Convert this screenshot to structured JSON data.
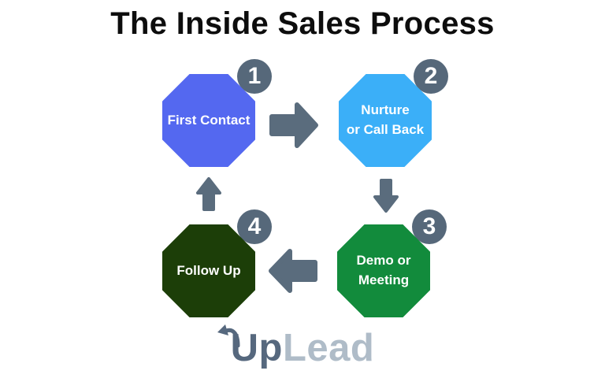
{
  "title": "The Inside Sales Process",
  "steps": [
    {
      "number": "1",
      "label": "First Contact",
      "lines": [
        "First Contact",
        ""
      ],
      "color": "#5468F0"
    },
    {
      "number": "2",
      "label": "Nurture or Call Back",
      "lines": [
        "Nurture",
        "or Call Back"
      ],
      "color": "#3BAFF8"
    },
    {
      "number": "3",
      "label": "Demo or Meeting",
      "lines": [
        "Demo or",
        "Meeting"
      ],
      "color": "#128B3C"
    },
    {
      "number": "4",
      "label": "Follow Up",
      "lines": [
        "Follow Up",
        ""
      ],
      "color": "#1C3E08"
    }
  ],
  "arrows": [
    {
      "direction": "right",
      "from": "1",
      "to": "2"
    },
    {
      "direction": "down",
      "from": "2",
      "to": "3"
    },
    {
      "direction": "left",
      "from": "3",
      "to": "4"
    },
    {
      "direction": "up",
      "from": "4",
      "to": "1"
    }
  ],
  "colors": {
    "badge": "#56687A",
    "badge_text": "#FFFFFF",
    "arrow": "#5A6C7D",
    "step_text": "#FFFFFF",
    "title_text": "#0D0D0D",
    "background": "#FFFFFF",
    "logo_up": "#56687E",
    "logo_lead": "#AFBCC8"
  },
  "logo": {
    "part1": "Up",
    "part2": "Lead"
  }
}
